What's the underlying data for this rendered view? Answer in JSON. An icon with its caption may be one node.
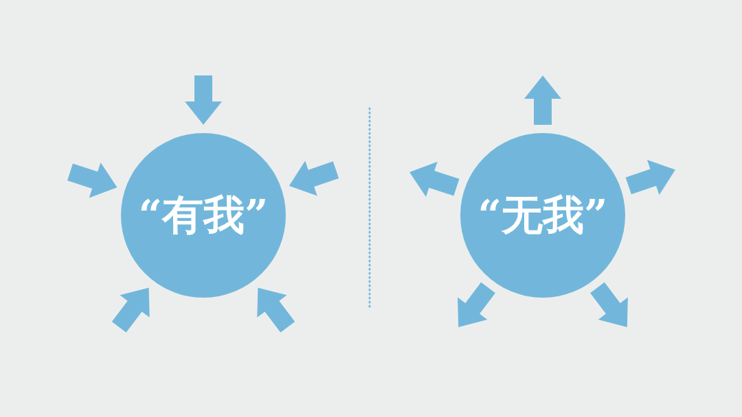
{
  "diagram": {
    "nodes": [
      {
        "text": [
          "“有我”"
        ]
      },
      {
        "text": [
          "“无我”"
        ]
      }
    ],
    "edges": [
      {
        "from": null,
        "to": 0,
        "arrow": "to"
      },
      {
        "from": null,
        "to": 0,
        "arrow": "to"
      },
      {
        "from": null,
        "to": 0,
        "arrow": "to"
      },
      {
        "from": null,
        "to": 0,
        "arrow": "to"
      },
      {
        "from": null,
        "to": 0,
        "arrow": "to"
      },
      {
        "from": 1,
        "to": null,
        "arrow": "to"
      },
      {
        "from": 1,
        "to": null,
        "arrow": "to"
      },
      {
        "from": 1,
        "to": null,
        "arrow": "to"
      },
      {
        "from": 1,
        "to": null,
        "arrow": "to"
      },
      {
        "from": 1,
        "to": null,
        "arrow": "to"
      }
    ]
  }
}
